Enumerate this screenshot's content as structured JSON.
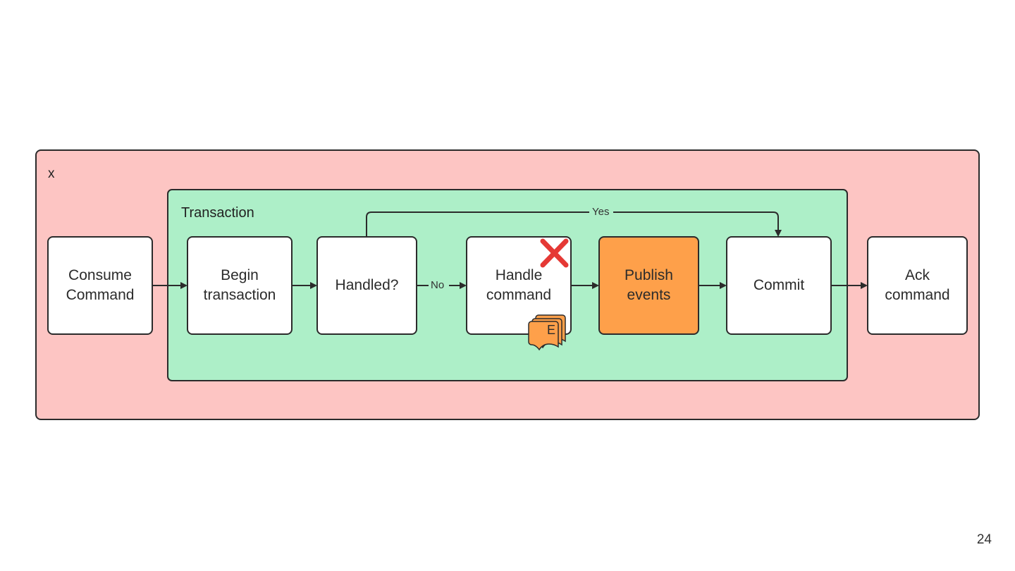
{
  "outer_container": {
    "label": "x",
    "color": "#fdc5c3"
  },
  "transaction_container": {
    "label": "Transaction",
    "color": "#adefc8"
  },
  "nodes": {
    "consume": "Consume\nCommand",
    "begin": "Begin\ntransaction",
    "handled": "Handled?",
    "handle": "Handle\ncommand",
    "publish": "Publish\nevents",
    "commit": "Commit",
    "ack": "Ack\ncommand"
  },
  "edge_labels": {
    "no": "No",
    "yes": "Yes"
  },
  "event_badge": {
    "letter": "E",
    "color": "#fea04a"
  },
  "error_mark": {
    "icon": "cross-icon",
    "color": "#e53935"
  },
  "highlight_color": "#fea04a",
  "page_number": "24"
}
